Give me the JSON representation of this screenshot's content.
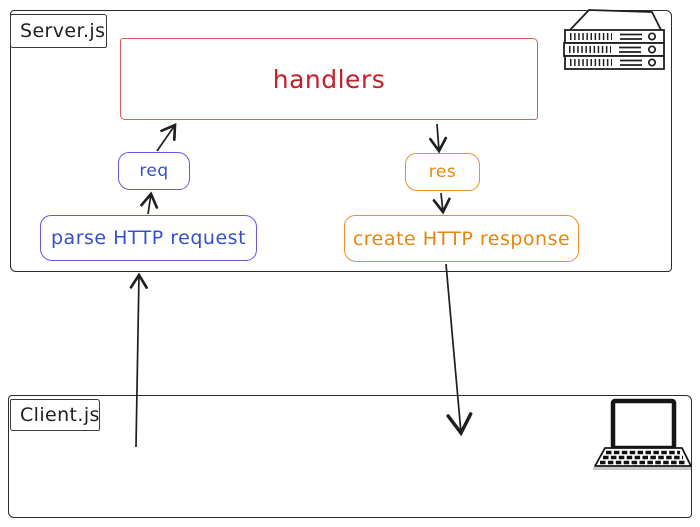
{
  "server": {
    "label": "Server.js"
  },
  "client": {
    "label": "Client.js"
  },
  "nodes": {
    "handlers": {
      "label": "handlers",
      "color": "#c02028"
    },
    "req": {
      "label": "req",
      "color": "#3450cf"
    },
    "res": {
      "label": "res",
      "color": "#e8850d"
    },
    "parse_request": {
      "label": "parse HTTP request",
      "color": "#3450cf"
    },
    "create_response": {
      "label": "create HTTP response",
      "color": "#e8850d"
    }
  },
  "icons": {
    "server_rack": "server-rack-icon",
    "laptop": "laptop-icon"
  },
  "edges": [
    {
      "id": "client-to-parse",
      "from": "Client.js",
      "to": "parse HTTP request"
    },
    {
      "id": "parse-to-req",
      "from": "parse HTTP request",
      "to": "req"
    },
    {
      "id": "req-to-handlers",
      "from": "req",
      "to": "handlers"
    },
    {
      "id": "handlers-to-res",
      "from": "handlers",
      "to": "res"
    },
    {
      "id": "res-to-create",
      "from": "res",
      "to": "create HTTP response"
    },
    {
      "id": "create-to-client",
      "from": "create HTTP response",
      "to": "Client.js"
    }
  ],
  "colors": {
    "ink": "#1f1f1f",
    "red_border": "#e05a5a",
    "red_text": "#c02028",
    "violet_border": "#6a58d8",
    "blue_text": "#3450cf",
    "orange": "#e8850d"
  }
}
